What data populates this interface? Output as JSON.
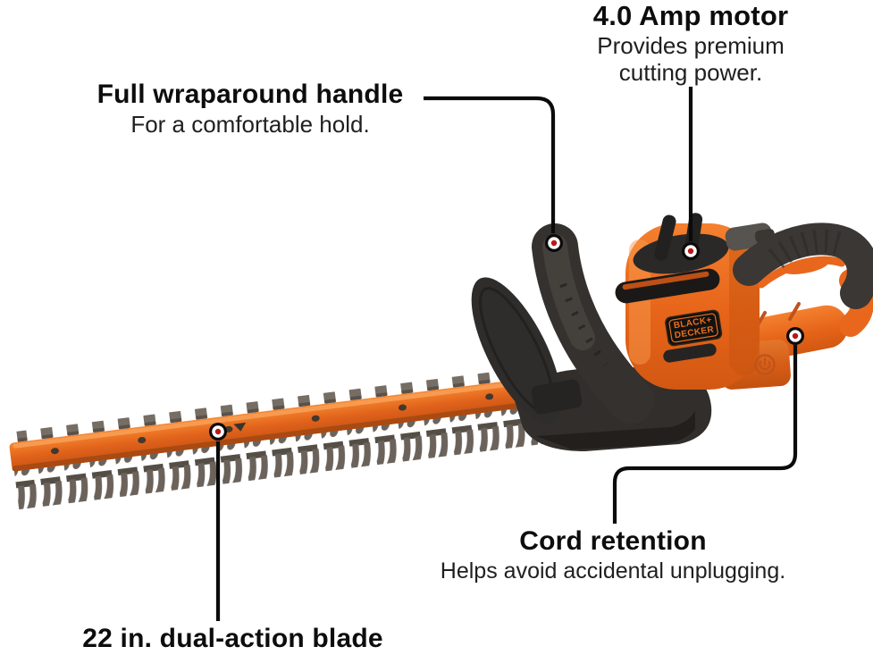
{
  "colors": {
    "background": "#FFFFFF",
    "orange": "#E8671D",
    "orange-light": "#F58336",
    "orange-dark": "#C9540F",
    "body-dark": "#34312E",
    "near-black": "#1D1B19",
    "teeth-gray": "#6B635B",
    "marker-red": "#BE1616",
    "line-black": "#0B0B0B",
    "heading-text": "#0D0D0D",
    "desc-text": "#1F1F1F"
  },
  "brand_label": {
    "line1": "BLACK+",
    "line2": "DECKER"
  },
  "callouts": {
    "amp_motor": {
      "title": "4.0 Amp motor",
      "description": "Provides premium cutting power."
    },
    "wraparound_handle": {
      "title": "Full wraparound handle",
      "description": "For a comfortable hold."
    },
    "cord_retention": {
      "title": "Cord retention",
      "description": "Helps avoid accidental unplugging."
    },
    "blade": {
      "title": "22 in. dual-action blade"
    }
  }
}
